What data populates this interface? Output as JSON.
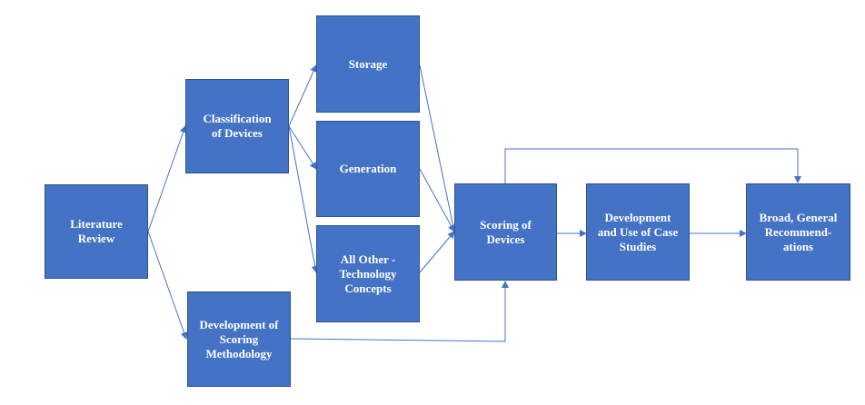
{
  "nodes": {
    "literature_review": "Literature\nReview",
    "classification": "Classification\nof Devices",
    "scoring_methodology": "Development of\nScoring\nMethodology",
    "storage": "Storage",
    "generation": "Generation",
    "all_other": "All Other -\nTechnology\nConcepts",
    "scoring": "Scoring of\nDevices",
    "case_studies": "Development\nand Use of Case\nStudies",
    "recommendations": "Broad, General\nRecommend-\nations"
  },
  "colors": {
    "box_fill": "#4472c4",
    "box_border": "#2f528f",
    "connector": "#4472c4",
    "text": "#ffffff"
  }
}
